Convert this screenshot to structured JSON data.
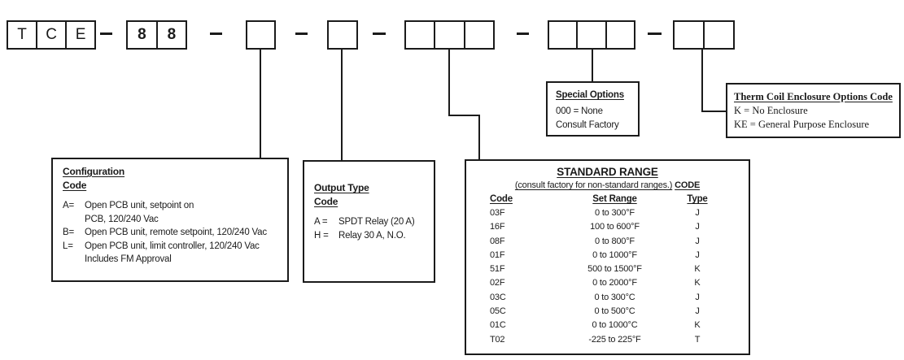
{
  "ink_color": "#1b1b1b",
  "code_builder": {
    "prefix_cells": [
      "T",
      "C",
      "E"
    ],
    "model_cells": [
      "8",
      "8"
    ]
  },
  "callouts": {
    "configuration": {
      "title_line1": "Configuration",
      "title_line2": "Code",
      "items": [
        {
          "code": "A=",
          "line1": "Open PCB unit, setpoint on",
          "line2": "PCB, 120/240 Vac"
        },
        {
          "code": "B=",
          "line1": "Open PCB unit, remote setpoint, 120/240 Vac",
          "line2": ""
        },
        {
          "code": "L=",
          "line1": "Open PCB unit, limit controller, 120/240 Vac",
          "line2": "Includes FM Approval"
        }
      ]
    },
    "output_type": {
      "title_line1": "Output Type",
      "title_line2": "Code",
      "items": [
        {
          "code": "A =",
          "desc": "SPDT Relay (20 A)"
        },
        {
          "code": "H =",
          "desc": "Relay 30 A, N.O."
        }
      ]
    },
    "special_options": {
      "title": "Special Options",
      "line1": "000 = None",
      "line2": "Consult Factory"
    },
    "enclosure": {
      "title": "Therm Coil Enclosure Options Code",
      "line1": "K = No Enclosure",
      "line2": "KE = General Purpose Enclosure"
    },
    "standard_range": {
      "title": "STANDARD RANGE",
      "subtitle_underlined": "(consult factory for non-standard ranges.)",
      "subtitle_bold": "CODE",
      "columns": {
        "code": "Code",
        "set_range": "Set Range",
        "type": "Type"
      },
      "rows": [
        [
          "03F",
          "0 to 300°F",
          "J"
        ],
        [
          "16F",
          "100 to 600°F",
          "J"
        ],
        [
          "08F",
          "0 to 800°F",
          "J"
        ],
        [
          "01F",
          "0 to 1000°F",
          "J"
        ],
        [
          "51F",
          "500 to 1500°F",
          "K"
        ],
        [
          "02F",
          "0 to 2000°F",
          "K"
        ],
        [
          "03C",
          "0 to 300°C",
          "J"
        ],
        [
          "05C",
          "0 to 500°C",
          "J"
        ],
        [
          "01C",
          "0 to 1000°C",
          "K"
        ],
        [
          "T02",
          "-225 to 225°F",
          "T"
        ]
      ]
    }
  }
}
